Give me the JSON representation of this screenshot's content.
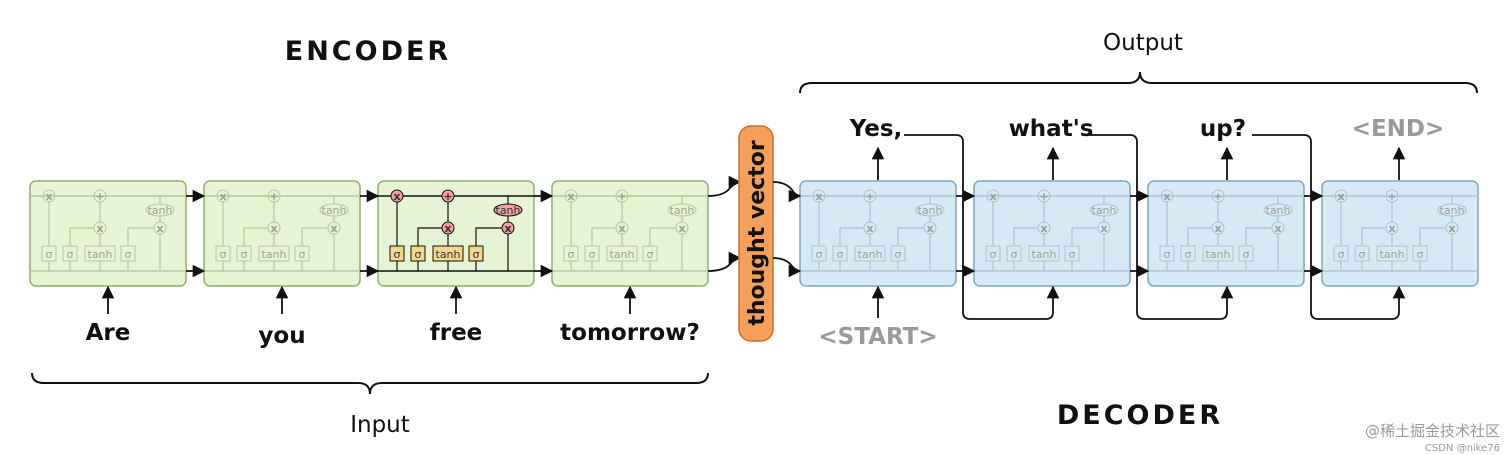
{
  "encoder": {
    "title": "ENCODER",
    "brace_label": "Input",
    "words": [
      "Are",
      "you",
      "free",
      "tomorrow?"
    ]
  },
  "decoder": {
    "title": "DECODER",
    "brace_label": "Output",
    "input_words": [
      "<START>"
    ],
    "output_words": [
      "Yes,",
      "what's",
      "up?",
      "<END>"
    ]
  },
  "thought_vector": {
    "label": "thought vector",
    "color": "#f5a05a"
  },
  "cell": {
    "gate_labels": [
      "σ",
      "σ",
      "tanh",
      "σ"
    ],
    "op_multiply": "x",
    "op_add": "+",
    "op_tanh": "tanh"
  },
  "colors": {
    "encoder_fill": "#e6f4d4",
    "encoder_stroke": "#8fb06a",
    "decoder_fill": "#d6eaf5",
    "decoder_stroke": "#7aa7c0",
    "highlight_gate": "#f6d68a",
    "highlight_op": "#f0a0a0"
  },
  "watermark": {
    "main": "@稀土掘金技术社区",
    "small": "CSDN @nike76"
  }
}
